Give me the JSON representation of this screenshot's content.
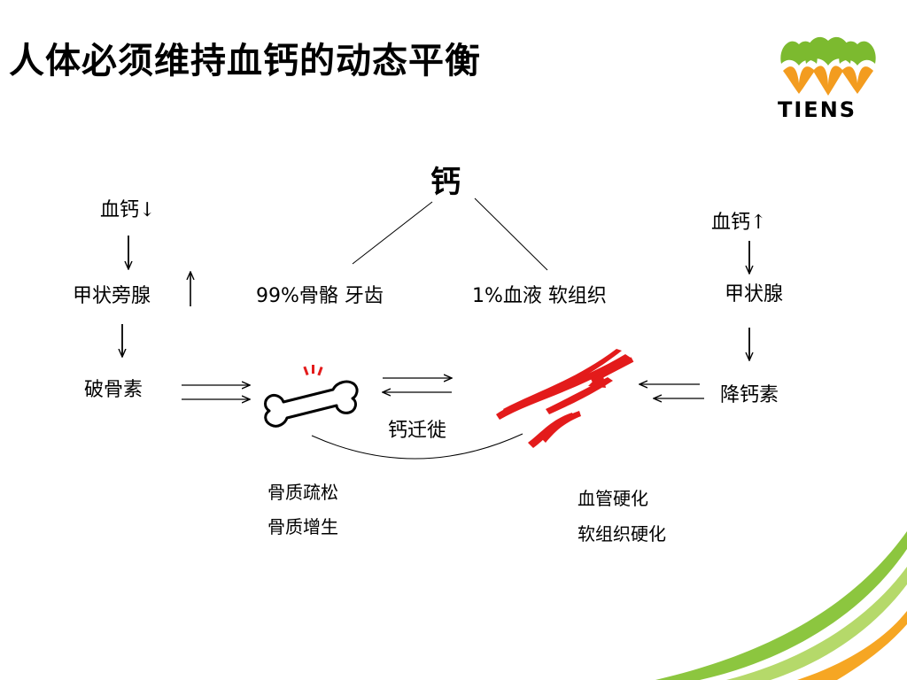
{
  "slide_title": "人体必须维持血钙的动态平衡",
  "logo": {
    "text": "TIENS",
    "colors": {
      "leaf_green": "#7cba2f",
      "leaf_orange": "#f39c1f",
      "swoosh": "#8cc63f"
    }
  },
  "top_node": "钙",
  "left": {
    "blood_calcium": "血钙↓",
    "gland": "甲状旁腺",
    "hormone": "破骨素"
  },
  "right": {
    "blood_calcium": "血钙↑",
    "gland": "甲状腺",
    "hormone": "降钙素"
  },
  "distribution": {
    "bone": "99%骨骼 牙齿",
    "blood": "1%血液 软组织"
  },
  "migration_label": "钙迁徙",
  "bone_effects": [
    "骨质疏松",
    "骨质增生"
  ],
  "vessel_effects": [
    "血管硬化",
    "软组织硬化"
  ],
  "accent_color": "#e31b1b"
}
